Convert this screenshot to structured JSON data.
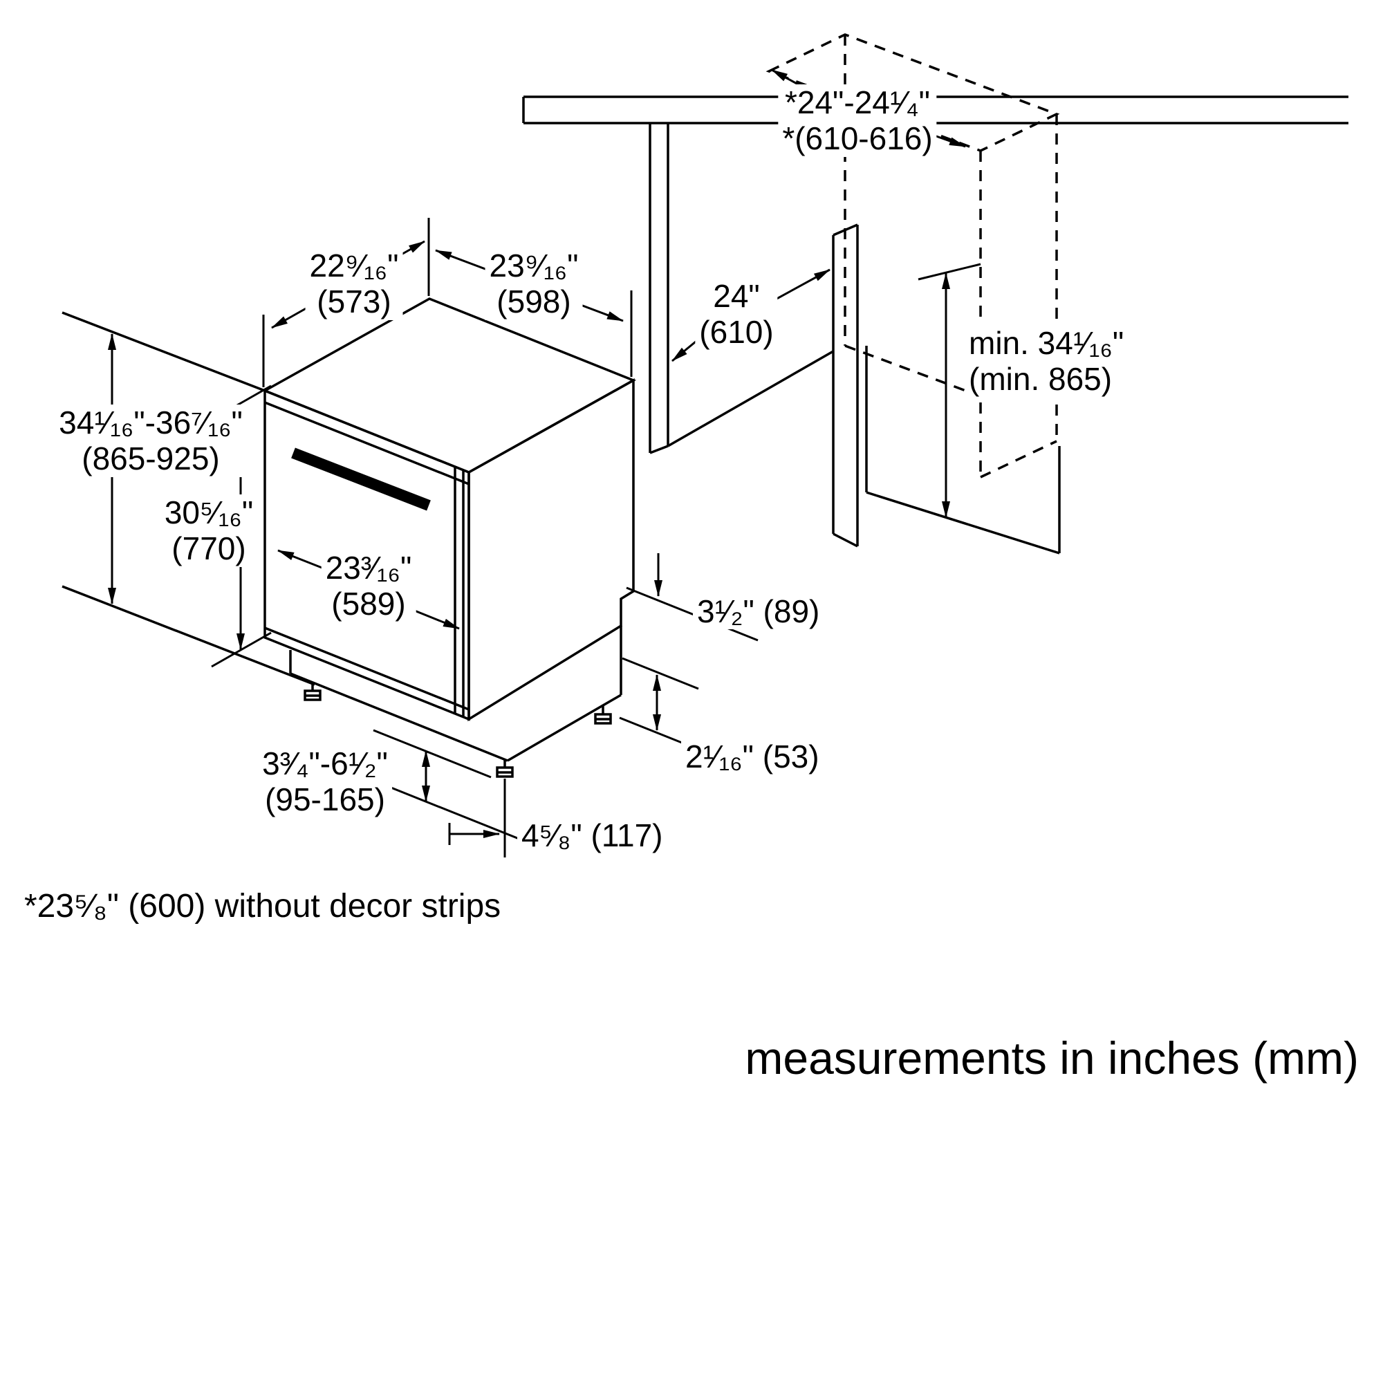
{
  "notes": {
    "footnote": "*23⁵⁄₈\" (600) without decor strips",
    "caption": "measurements in inches (mm)"
  },
  "colors": {
    "line": "#000000",
    "background": "#ffffff"
  },
  "dimensions": {
    "top_depth": {
      "inches": "22⁹⁄₁₆\"",
      "mm": "(573)"
    },
    "top_width": {
      "inches": "23⁹⁄₁₆\"",
      "mm": "(598)"
    },
    "opening_depth": {
      "inches": "24\"",
      "mm": "(610)"
    },
    "cabinet_width": {
      "inches": "*24\"-24¹⁄₄\"",
      "mm": "*(610-616)"
    },
    "niche_min_height": {
      "inches": "min. 34¹⁄₁₆\"",
      "mm": "(min. 865)"
    },
    "overall_height": {
      "inches": "34¹⁄₁₆\"-36⁷⁄₁₆\"",
      "mm": "(865-925)"
    },
    "door_height": {
      "inches": "30⁵⁄₁₆\"",
      "mm": "(770)"
    },
    "door_width": {
      "inches": "23³⁄₁₆\"",
      "mm": "(589)"
    },
    "rear_step_height": {
      "label": "3¹⁄₂\" (89)"
    },
    "rear_step_depth": {
      "label": "2¹⁄₁₆\" (53)"
    },
    "leg_range": {
      "inches": "3³⁄₄\"-6¹⁄₂\"",
      "mm": "(95-165)"
    },
    "foot_inset": {
      "label": "4⁵⁄₈\" (117)"
    }
  }
}
